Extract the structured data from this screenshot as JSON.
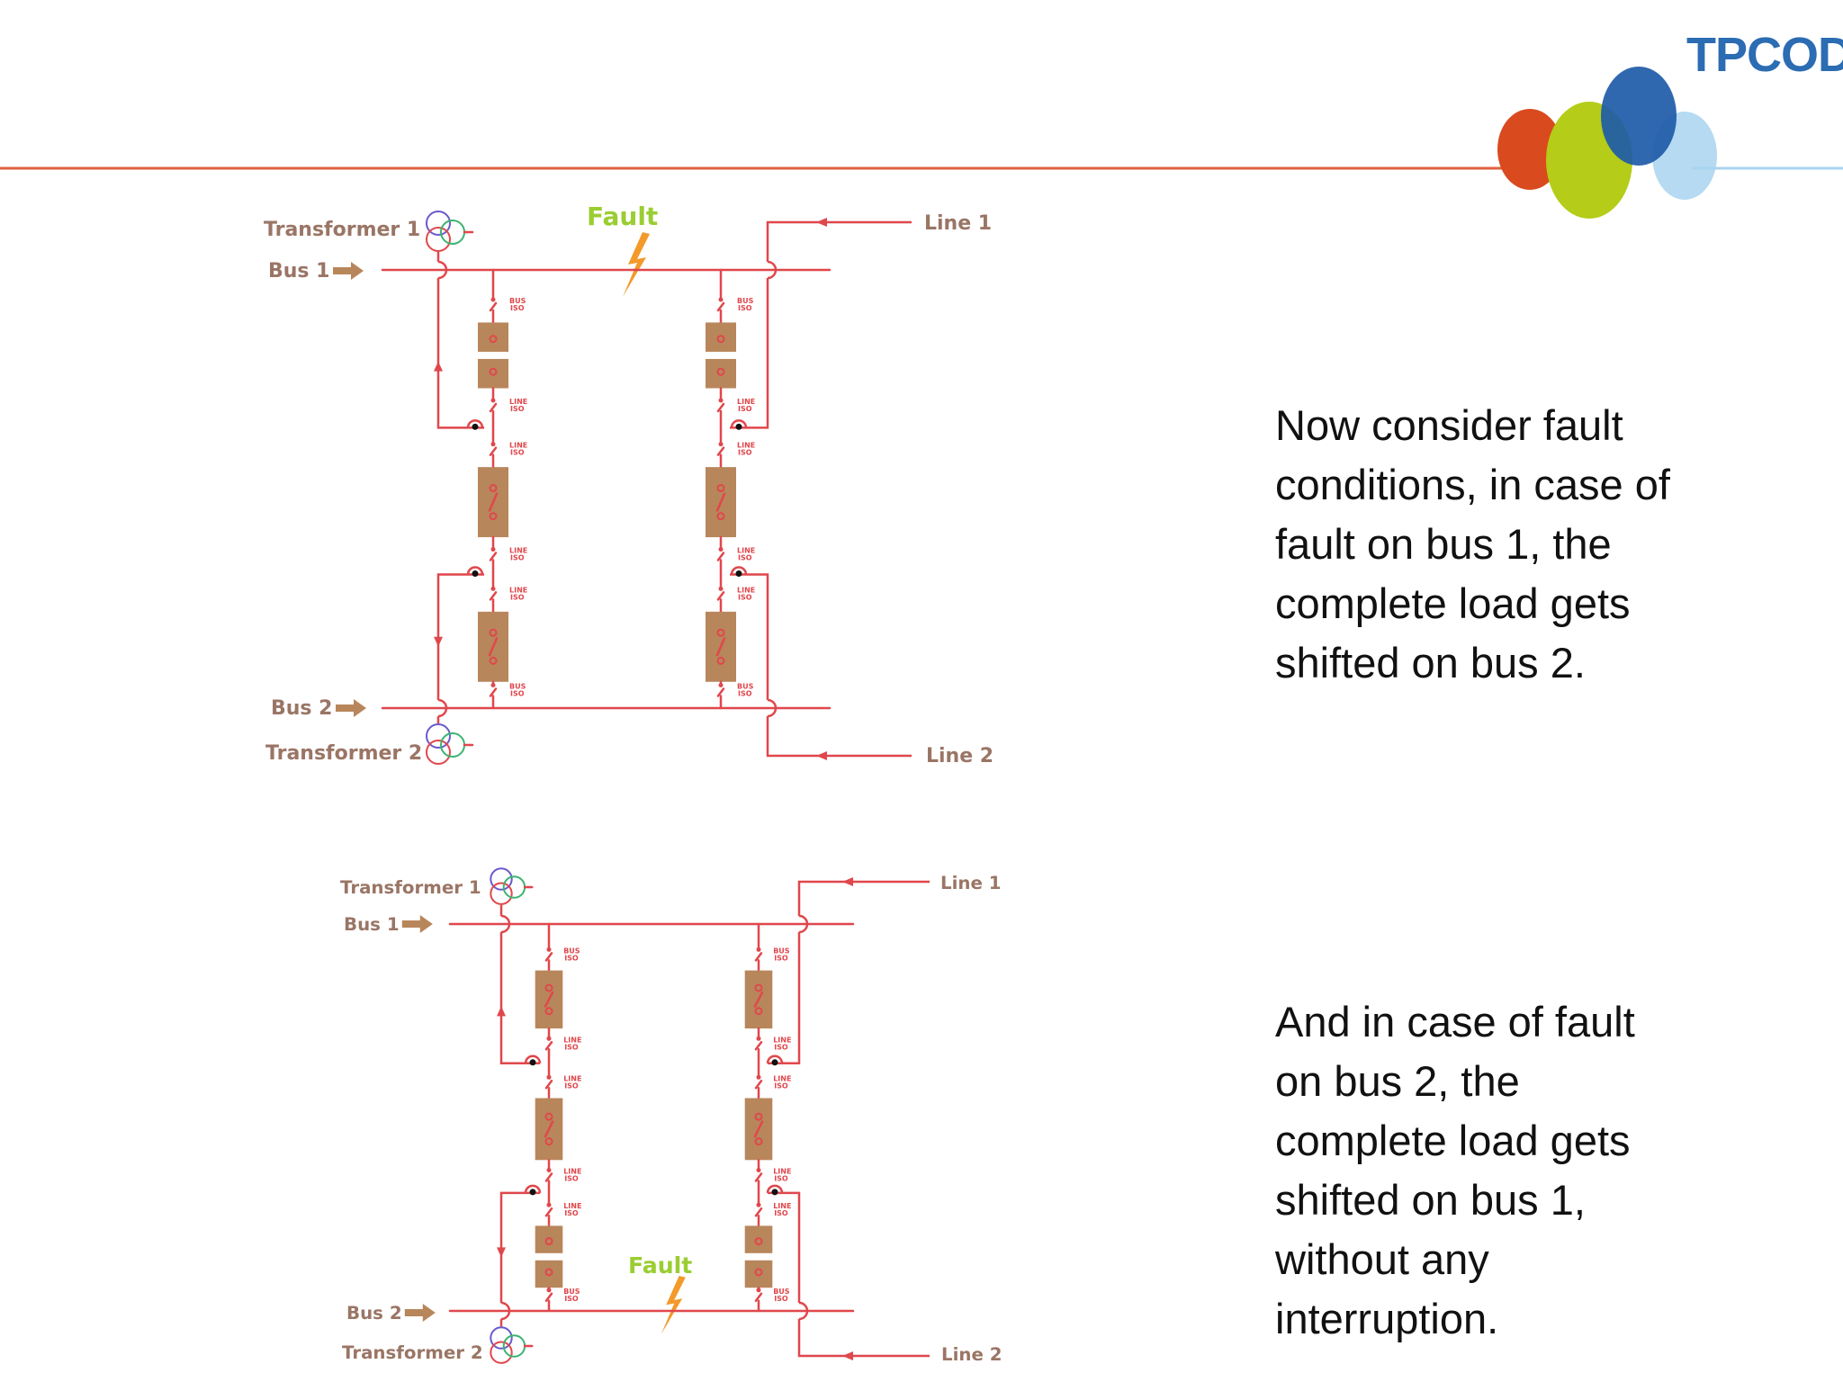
{
  "logo": {
    "text": "TPCODL"
  },
  "diagrams": [
    {
      "transformer1": "Transformer 1",
      "bus1": "Bus 1",
      "bus2": "Bus 2",
      "transformer2": "Transformer 2",
      "line1": "Line 1",
      "line2": "Line 2",
      "fault": "Fault",
      "fault_location": "bus 1",
      "left_feeder_labels": [
        "BUS ISO",
        "LINE ISO",
        "LINE ISO",
        "LINE ISO",
        "LINE ISO",
        "BUS ISO"
      ],
      "right_feeder_labels": [
        "BUS ISO",
        "LINE ISO",
        "LINE ISO",
        "LINE ISO",
        "LINE ISO",
        "BUS ISO"
      ]
    },
    {
      "transformer1": "Transformer 1",
      "bus1": "Bus 1",
      "bus2": "Bus 2",
      "transformer2": "Transformer 2",
      "line1": "Line 1",
      "line2": "Line 2",
      "fault": "Fault",
      "fault_location": "bus 2",
      "left_feeder_labels": [
        "BUS ISO",
        "LINE ISO",
        "LINE ISO",
        "LINE ISO",
        "LINE ISO",
        "BUS ISO"
      ],
      "right_feeder_labels": [
        "BUS ISO",
        "LINE ISO",
        "LINE ISO",
        "LINE ISO",
        "LINE ISO",
        "BUS ISO"
      ]
    }
  ],
  "text_blocks": [
    {
      "lines": [
        "Now consider fault",
        "conditions, in case of",
        "fault on bus 1, the",
        "complete load gets",
        "shifted on bus 2."
      ]
    },
    {
      "lines": [
        "And in case of fault",
        "on bus 2, the",
        "complete load gets",
        "shifted on bus 1,",
        "without any",
        "interruption."
      ]
    }
  ],
  "colors": {
    "line": "#e0474c",
    "breaker": "#b8865b",
    "label": "#9a7565",
    "arrow": "#b8865b",
    "fault_text": "#9acd32",
    "fault_bolt": "#f39a2b",
    "header_rule": "#e06040",
    "logo_blue": "#2b6cb3",
    "circle_red": "#d94a1e",
    "circle_green": "#b5cc18",
    "circle_blue": "#1e5ba8",
    "circle_light": "#a8d4f0",
    "rule_light": "#a8d4f0",
    "text": "#111111"
  }
}
